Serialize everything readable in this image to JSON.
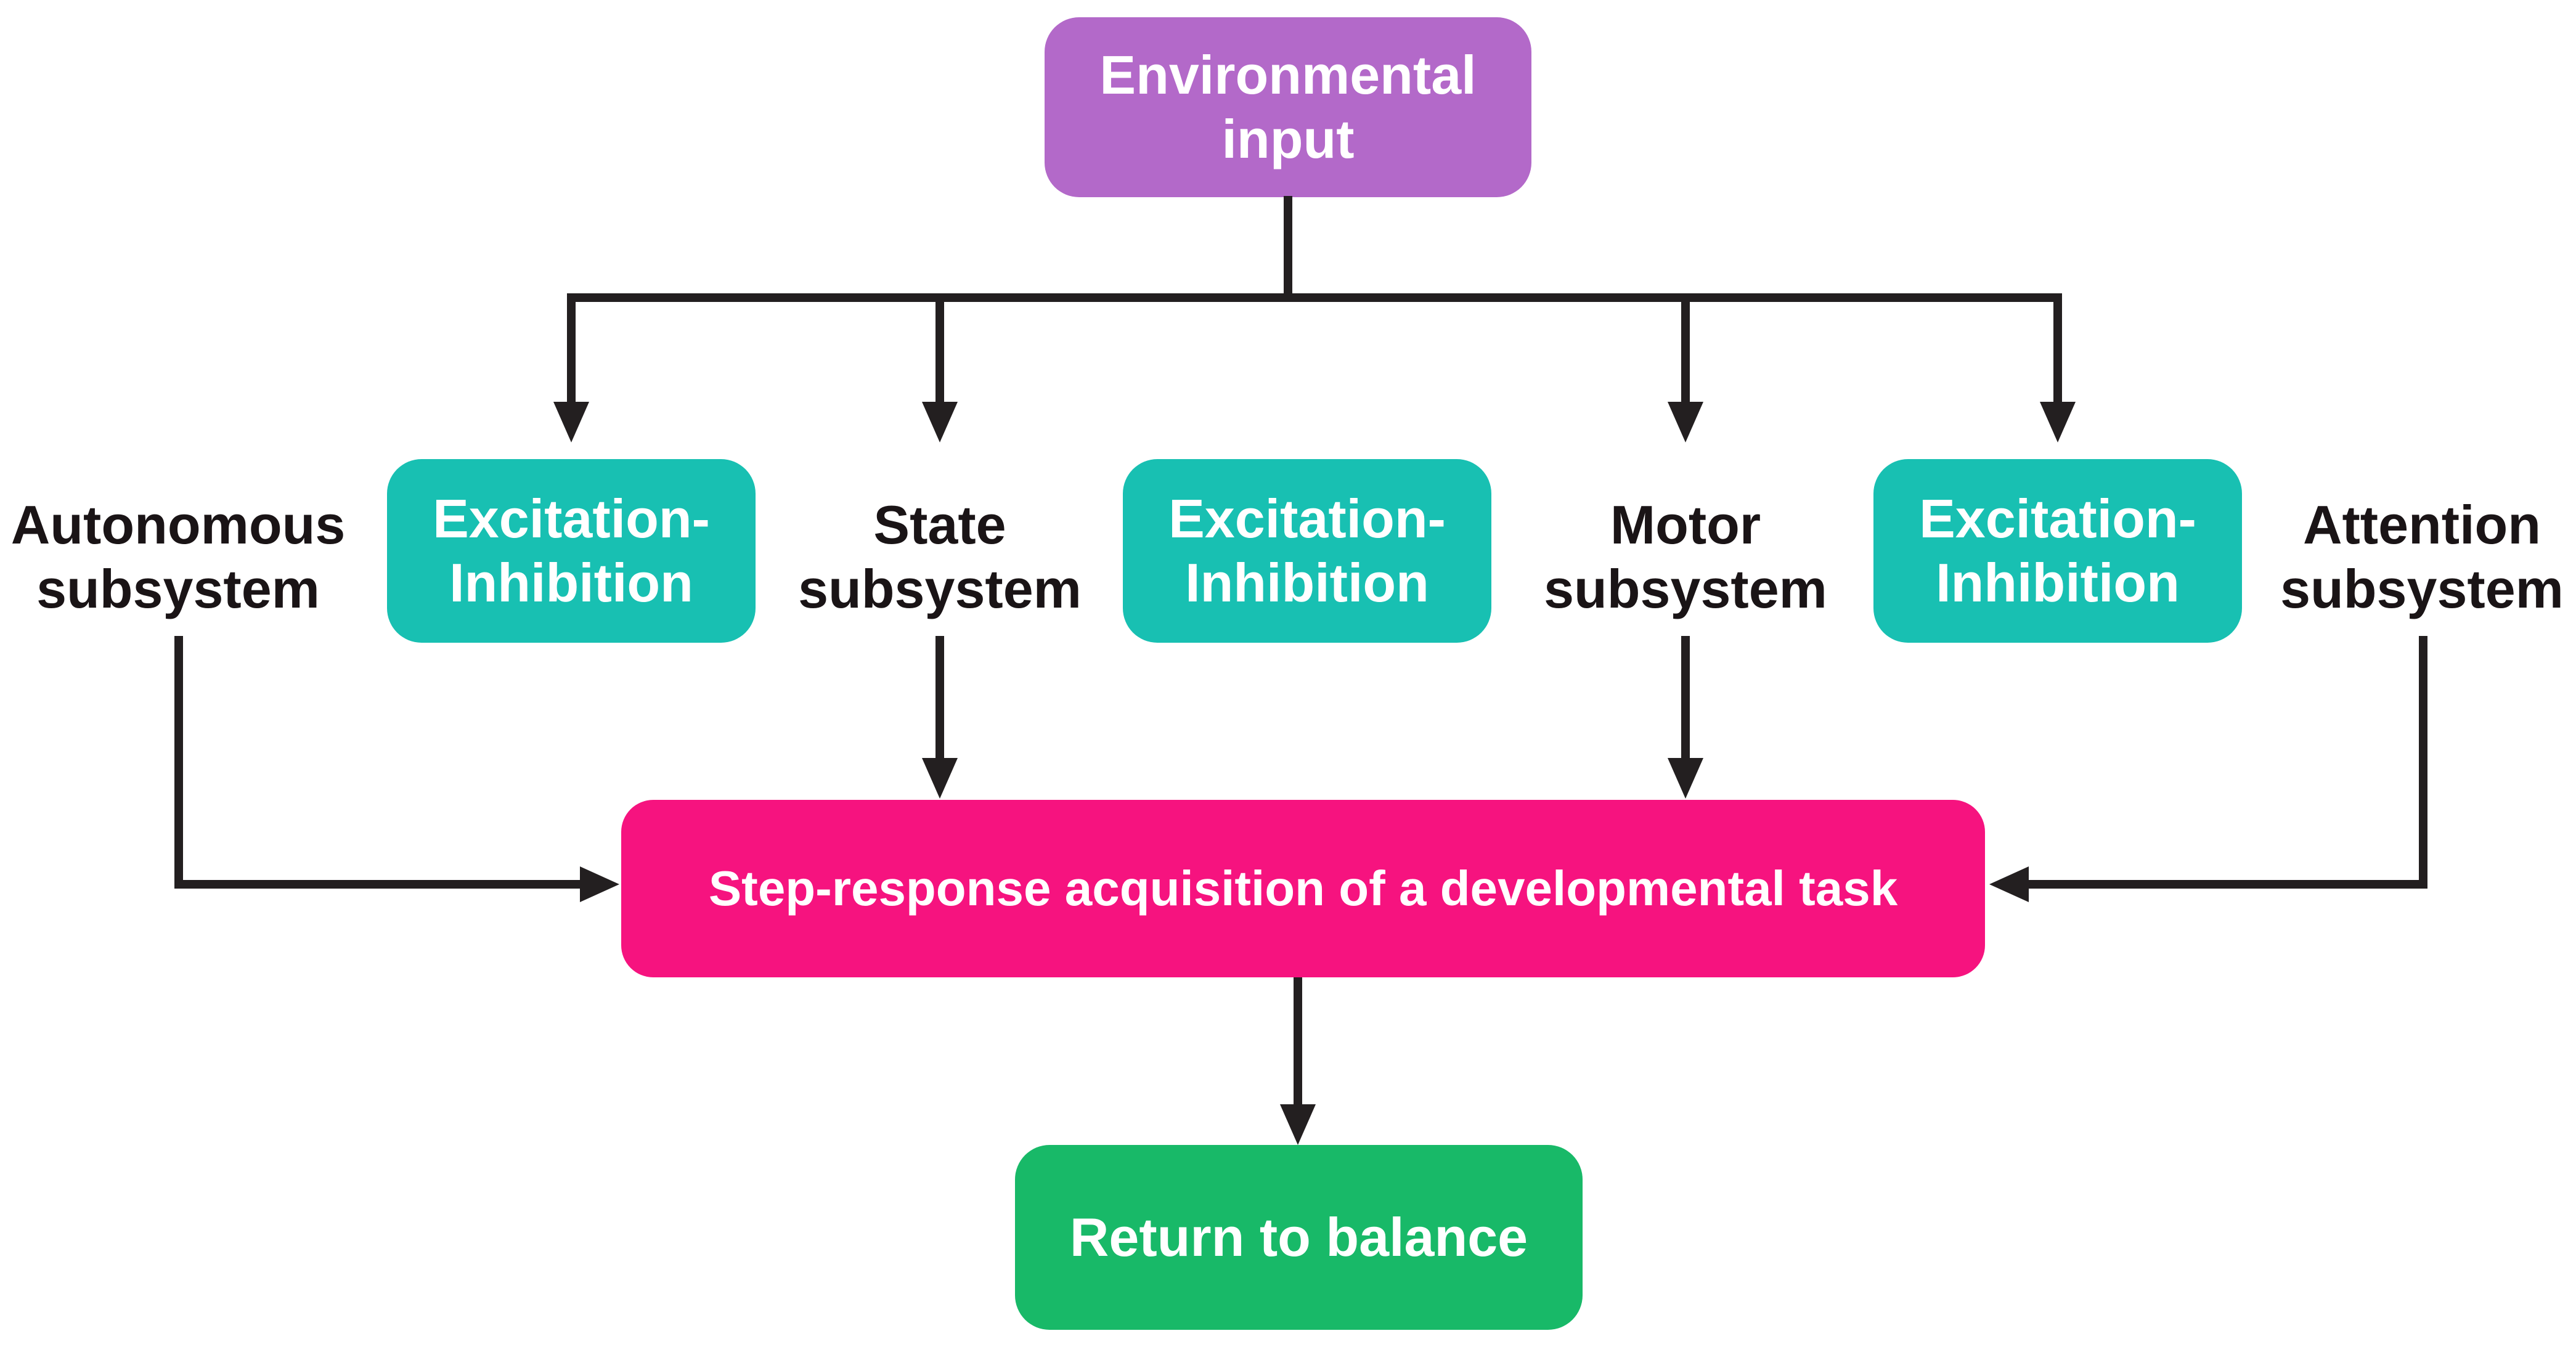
{
  "diagram": {
    "background_color": "#ffffff",
    "line_color": "#231f20",
    "label_text_color": "#1a1416",
    "nodes": {
      "environmental_input": {
        "line1": "Environmental",
        "line2": "input",
        "color": "#b369c9",
        "text_color": "#ffffff"
      },
      "excitation_inhibition": {
        "line1": "Excitation-",
        "line2": "Inhibition",
        "color": "#18c0b2",
        "text_color": "#ffffff"
      },
      "autonomous_subsystem": {
        "line1": "Autonomous",
        "line2": "subsystem"
      },
      "state_subsystem": {
        "line1": "State",
        "line2": "subsystem"
      },
      "motor_subsystem": {
        "line1": "Motor",
        "line2": "subsystem"
      },
      "attention_subsystem": {
        "line1": "Attention",
        "line2": "subsystem"
      },
      "step_response": {
        "label": "Step-response acquisition of a developmental task",
        "color": "#f6137f",
        "text_color": "#ffffff"
      },
      "return_to_balance": {
        "label": "Return to balance",
        "color": "#18b968",
        "text_color": "#ffffff"
      }
    }
  }
}
